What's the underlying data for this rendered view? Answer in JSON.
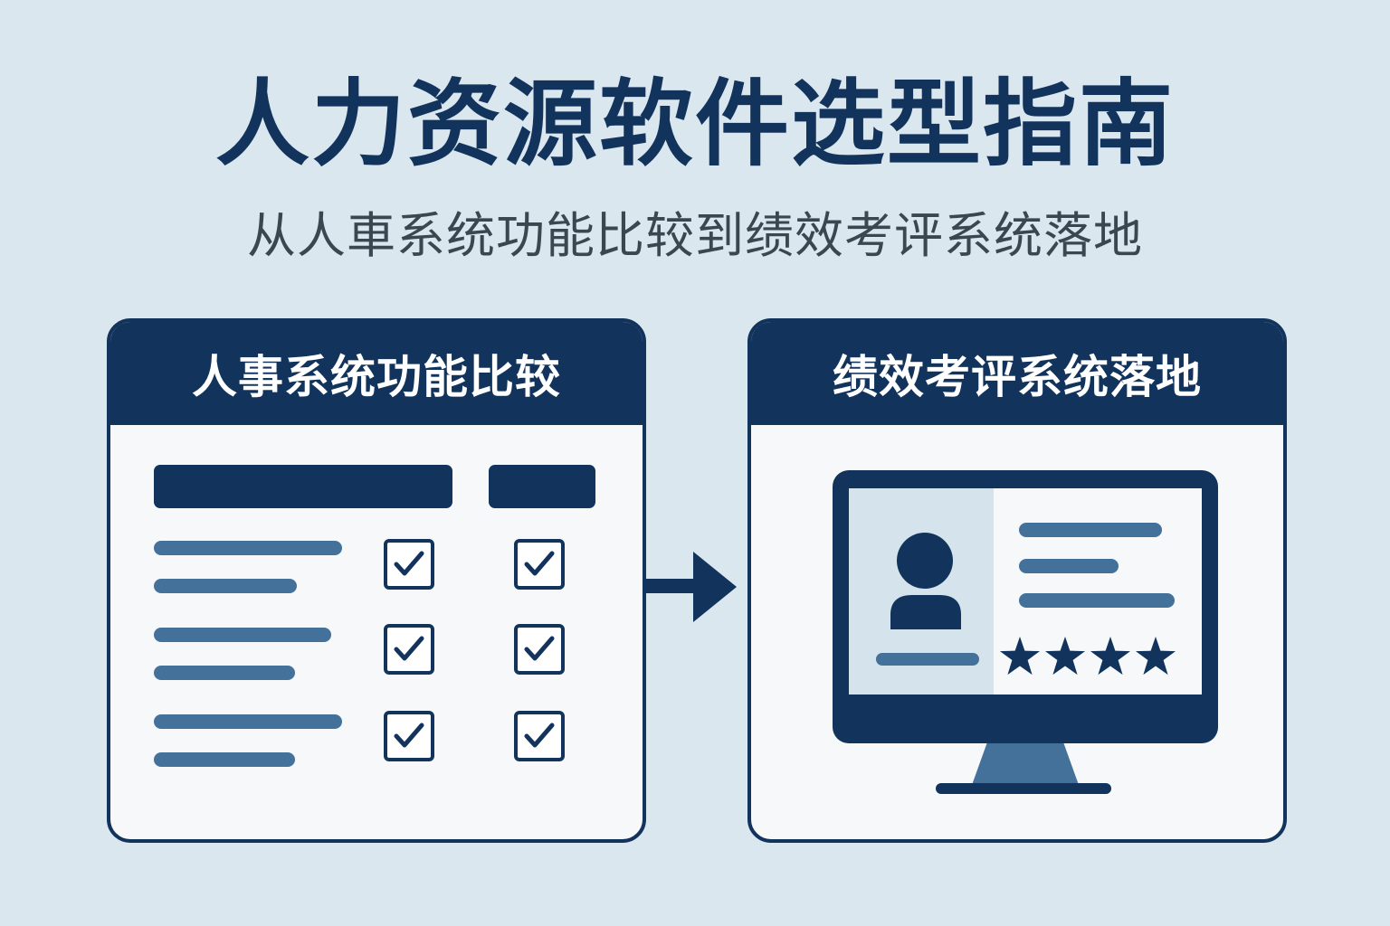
{
  "title": "人力资源软件选型指南",
  "subtitle": "从人車系统功能比较到绩效考评系统落地",
  "left_panel": {
    "header": "人事系统功能比较",
    "icon": "checklist-table-icon",
    "checkbox_icon": "checkmark-icon"
  },
  "right_panel": {
    "header": "绩效考评系统落地",
    "icon": "monitor-profile-icon",
    "rating_stars": 4
  },
  "flow_arrow_icon": "arrow-right-icon",
  "colors": {
    "background": "#dbe7ef",
    "navy": "#11335c",
    "steel_blue": "#43719a",
    "panel_bg": "#f6f8fa"
  }
}
